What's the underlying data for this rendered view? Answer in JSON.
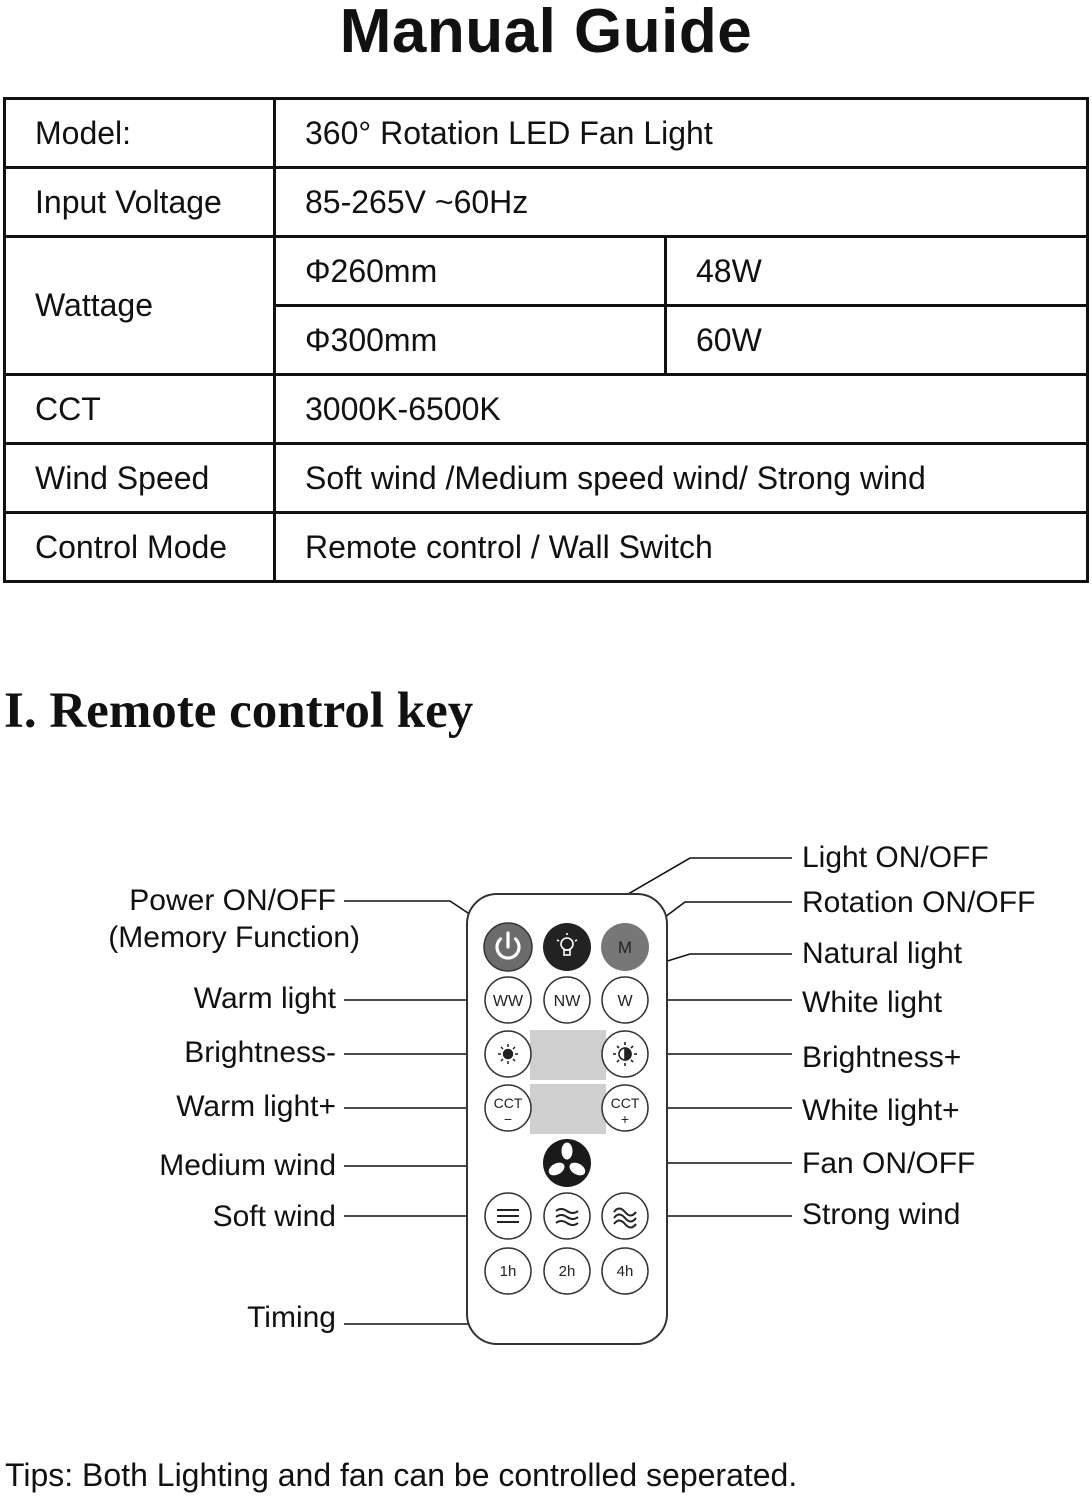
{
  "title": "Manual Guide",
  "specs": {
    "model_label": "Model:",
    "model_value": "360° Rotation LED Fan Light",
    "voltage_label": "Input Voltage",
    "voltage_value": "85-265V ~60Hz",
    "wattage_label": "Wattage",
    "wattage_rows": [
      {
        "size": "Φ260mm",
        "watt": "48W"
      },
      {
        "size": "Φ300mm",
        "watt": "60W"
      }
    ],
    "cct_label": "CCT",
    "cct_value": "3000K-6500K",
    "wind_label": "Wind Speed",
    "wind_value": "Soft wind /Medium speed wind/ Strong wind",
    "control_label": "Control Mode",
    "control_value": "Remote control / Wall Switch"
  },
  "section_title": "I. Remote control key",
  "remote": {
    "left_labels": {
      "power": "Power ON/OFF",
      "memory": "(Memory Function)",
      "warm_light": "Warm light",
      "brightness_minus": "Brightness-",
      "warm_light_plus": "Warm light+",
      "medium_wind": "Medium wind",
      "soft_wind": "Soft wind",
      "timing": "Timing"
    },
    "right_labels": {
      "light_onoff": "Light ON/OFF",
      "rotation_onoff": "Rotation ON/OFF",
      "natural_light": "Natural light",
      "white_light": "White light",
      "brightness_plus": "Brightness+",
      "white_light_plus": "White light+",
      "fan_onoff": "Fan ON/OFF",
      "strong_wind": "Strong wind"
    },
    "buttons": {
      "m": "M",
      "ww": "WW",
      "nw": "NW",
      "w": "W",
      "cct": "CCT",
      "minus": "−",
      "plus": "+",
      "t1": "1h",
      "t2": "2h",
      "t4": "4h"
    }
  },
  "tips": "Tips: Both Lighting and fan can be controlled seperated."
}
